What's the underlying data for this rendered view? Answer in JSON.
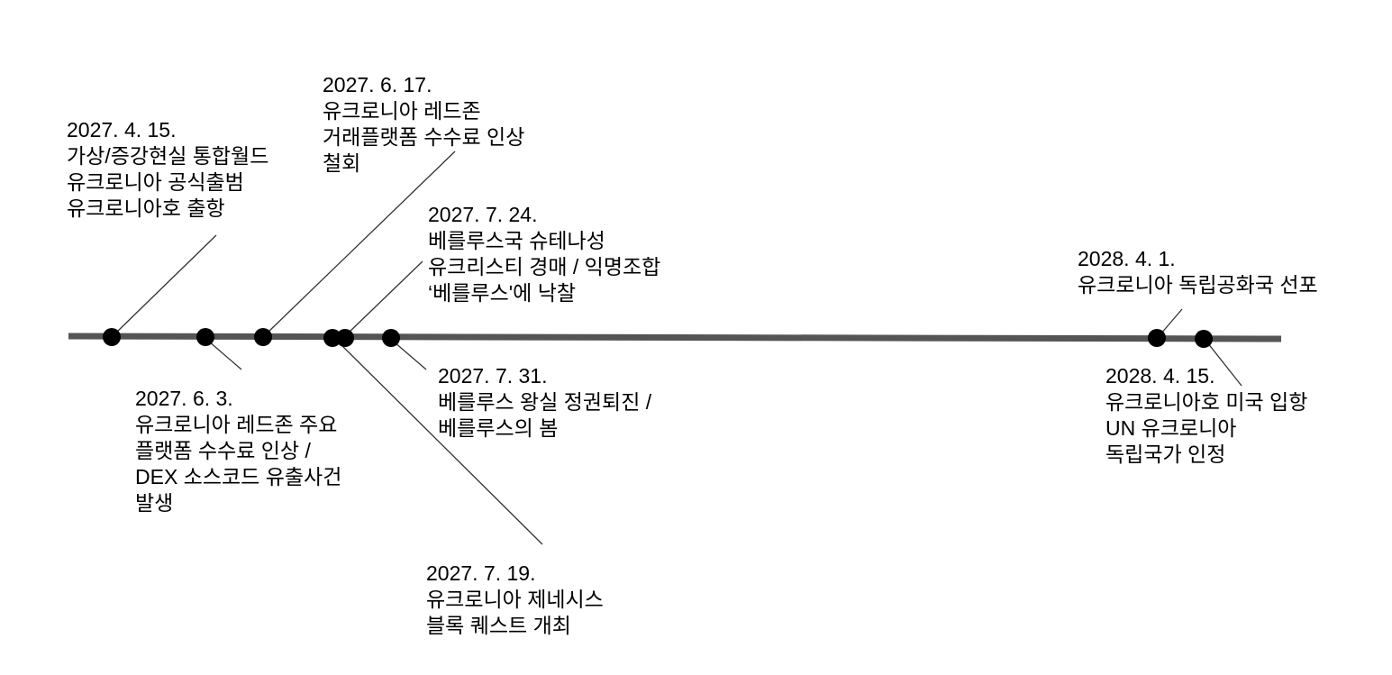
{
  "timeline": {
    "line_color": "#555555",
    "dot_color": "#000000",
    "connector_color": "#333333",
    "events": [
      {
        "id": "e1",
        "date": "2027. 4. 15.",
        "lines": [
          "가상/증강현실 통합월드",
          "유크로니아 공식출범",
          "유크로니아호 출항"
        ]
      },
      {
        "id": "e2",
        "date": "2027. 6. 3.",
        "lines": [
          "유크로니아 레드존 주요",
          "플랫폼 수수료 인상 /",
          "DEX 소스코드 유출사건",
          "발생"
        ]
      },
      {
        "id": "e3",
        "date": "2027. 6. 17.",
        "lines": [
          "유크로니아 레드존",
          "거래플랫폼 수수료 인상",
          "철회"
        ]
      },
      {
        "id": "e4",
        "date": "2027. 7. 19.",
        "lines": [
          "유크로니아 제네시스",
          "블록 퀘스트 개최"
        ]
      },
      {
        "id": "e5",
        "date": "2027. 7. 24.",
        "lines": [
          "베를루스국 슈테나성",
          "유크리스티 경매 / 익명조합",
          "‘베를루스'에 낙찰"
        ]
      },
      {
        "id": "e6",
        "date": "2027. 7. 31.",
        "lines": [
          "베를루스 왕실 정권퇴진 /",
          "베를루스의 봄"
        ]
      },
      {
        "id": "e7",
        "date": "2028. 4. 1.",
        "lines": [
          "유크로니아 독립공화국 선포"
        ]
      },
      {
        "id": "e8",
        "date": "2028. 4. 15.",
        "lines": [
          "유크로니아호 미국 입항",
          "UN 유크로니아",
          "독립국가 인정"
        ]
      }
    ]
  }
}
